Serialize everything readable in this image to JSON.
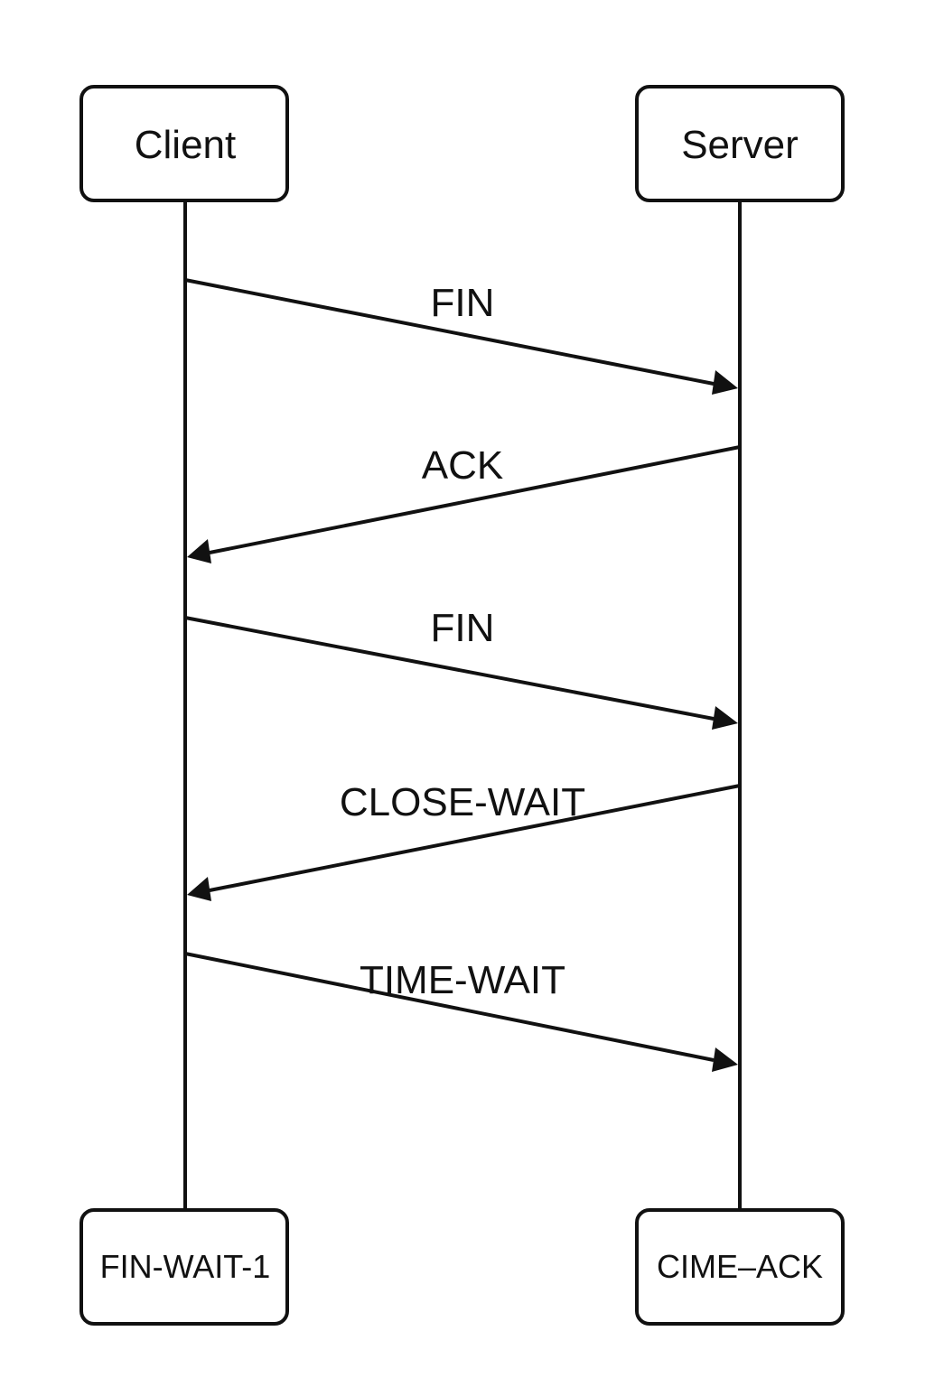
{
  "actors": {
    "client": "Client",
    "server": "Server"
  },
  "states": {
    "client": "FIN-WAIT-1",
    "server": "CIME–ACK"
  },
  "messages": [
    {
      "label": "FIN",
      "from": "client",
      "to": "server"
    },
    {
      "label": "ACK",
      "from": "server",
      "to": "client"
    },
    {
      "label": "FIN",
      "from": "client",
      "to": "server"
    },
    {
      "label": "CLOSE-WAIT",
      "from": "server",
      "to": "client"
    },
    {
      "label": "TIME-WAIT",
      "from": "client",
      "to": "server"
    }
  ],
  "colors": {
    "stroke": "#111111",
    "background": "#ffffff"
  }
}
